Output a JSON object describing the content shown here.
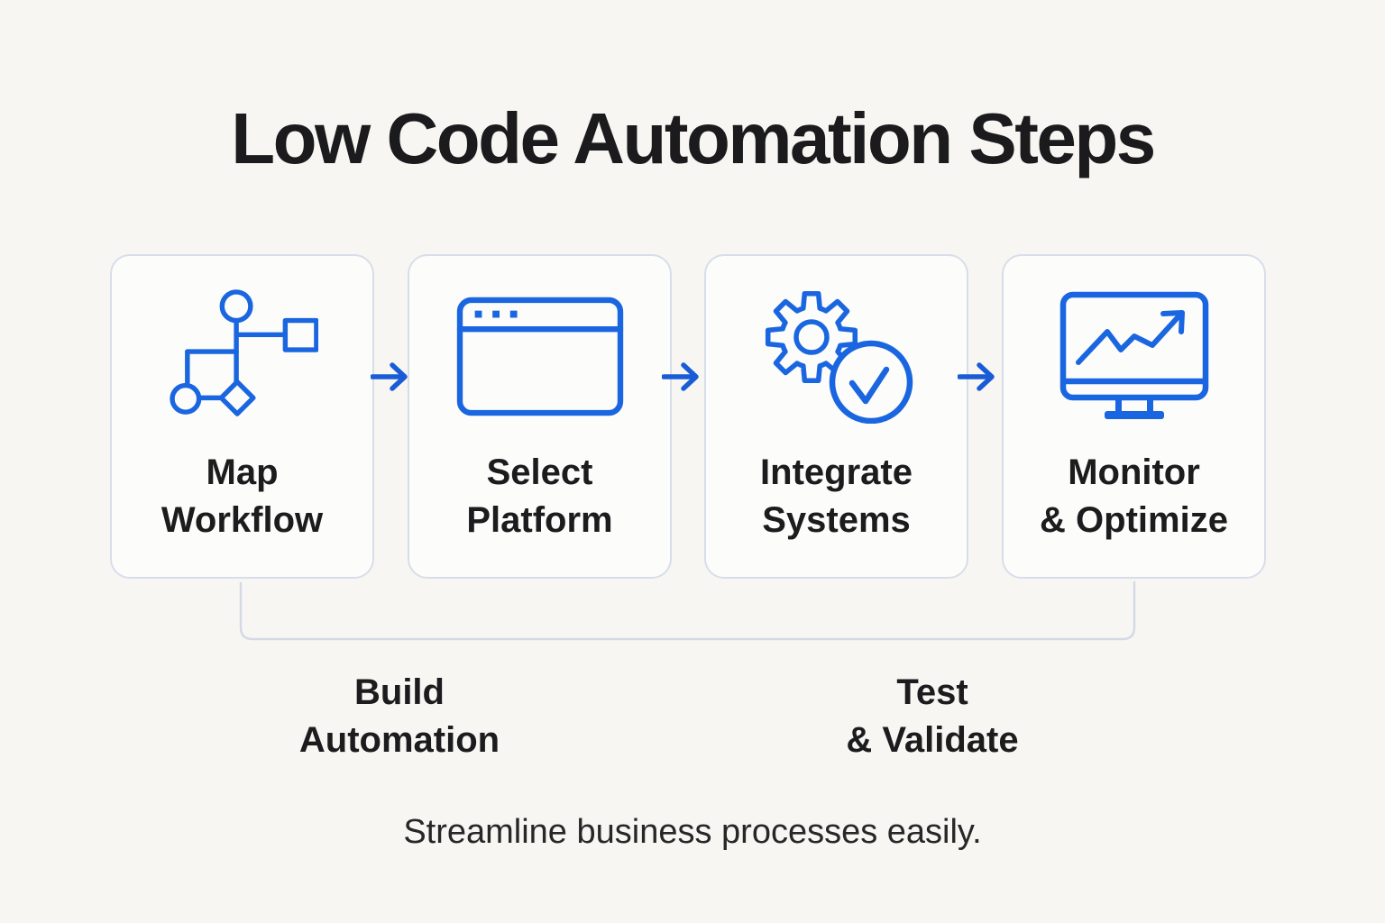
{
  "title": "Low Code Automation Steps",
  "steps": [
    {
      "icon": "flowchart-icon",
      "label_line1": "Map",
      "label_line2": "Workflow"
    },
    {
      "icon": "browser-window-icon",
      "label_line1": "Select",
      "label_line2": "Platform"
    },
    {
      "icon": "gear-check-icon",
      "label_line1": "Integrate",
      "label_line2": "Systems"
    },
    {
      "icon": "monitor-chart-icon",
      "label_line1": "Monitor",
      "label_line2": "& Optimize"
    }
  ],
  "phases": [
    {
      "line1": "Build",
      "line2": "Automation"
    },
    {
      "line1": "Test",
      "line2": "& Validate"
    }
  ],
  "caption": "Streamline business processes easily.",
  "colors": {
    "accent_blue": "#1a66e0",
    "arrow_blue": "#1a5cd6",
    "card_border": "#d7dee9",
    "bracket_line": "#d3dae5",
    "background": "#f7f6f2",
    "card_background": "#fcfcfa",
    "text": "#1c1c1e"
  }
}
